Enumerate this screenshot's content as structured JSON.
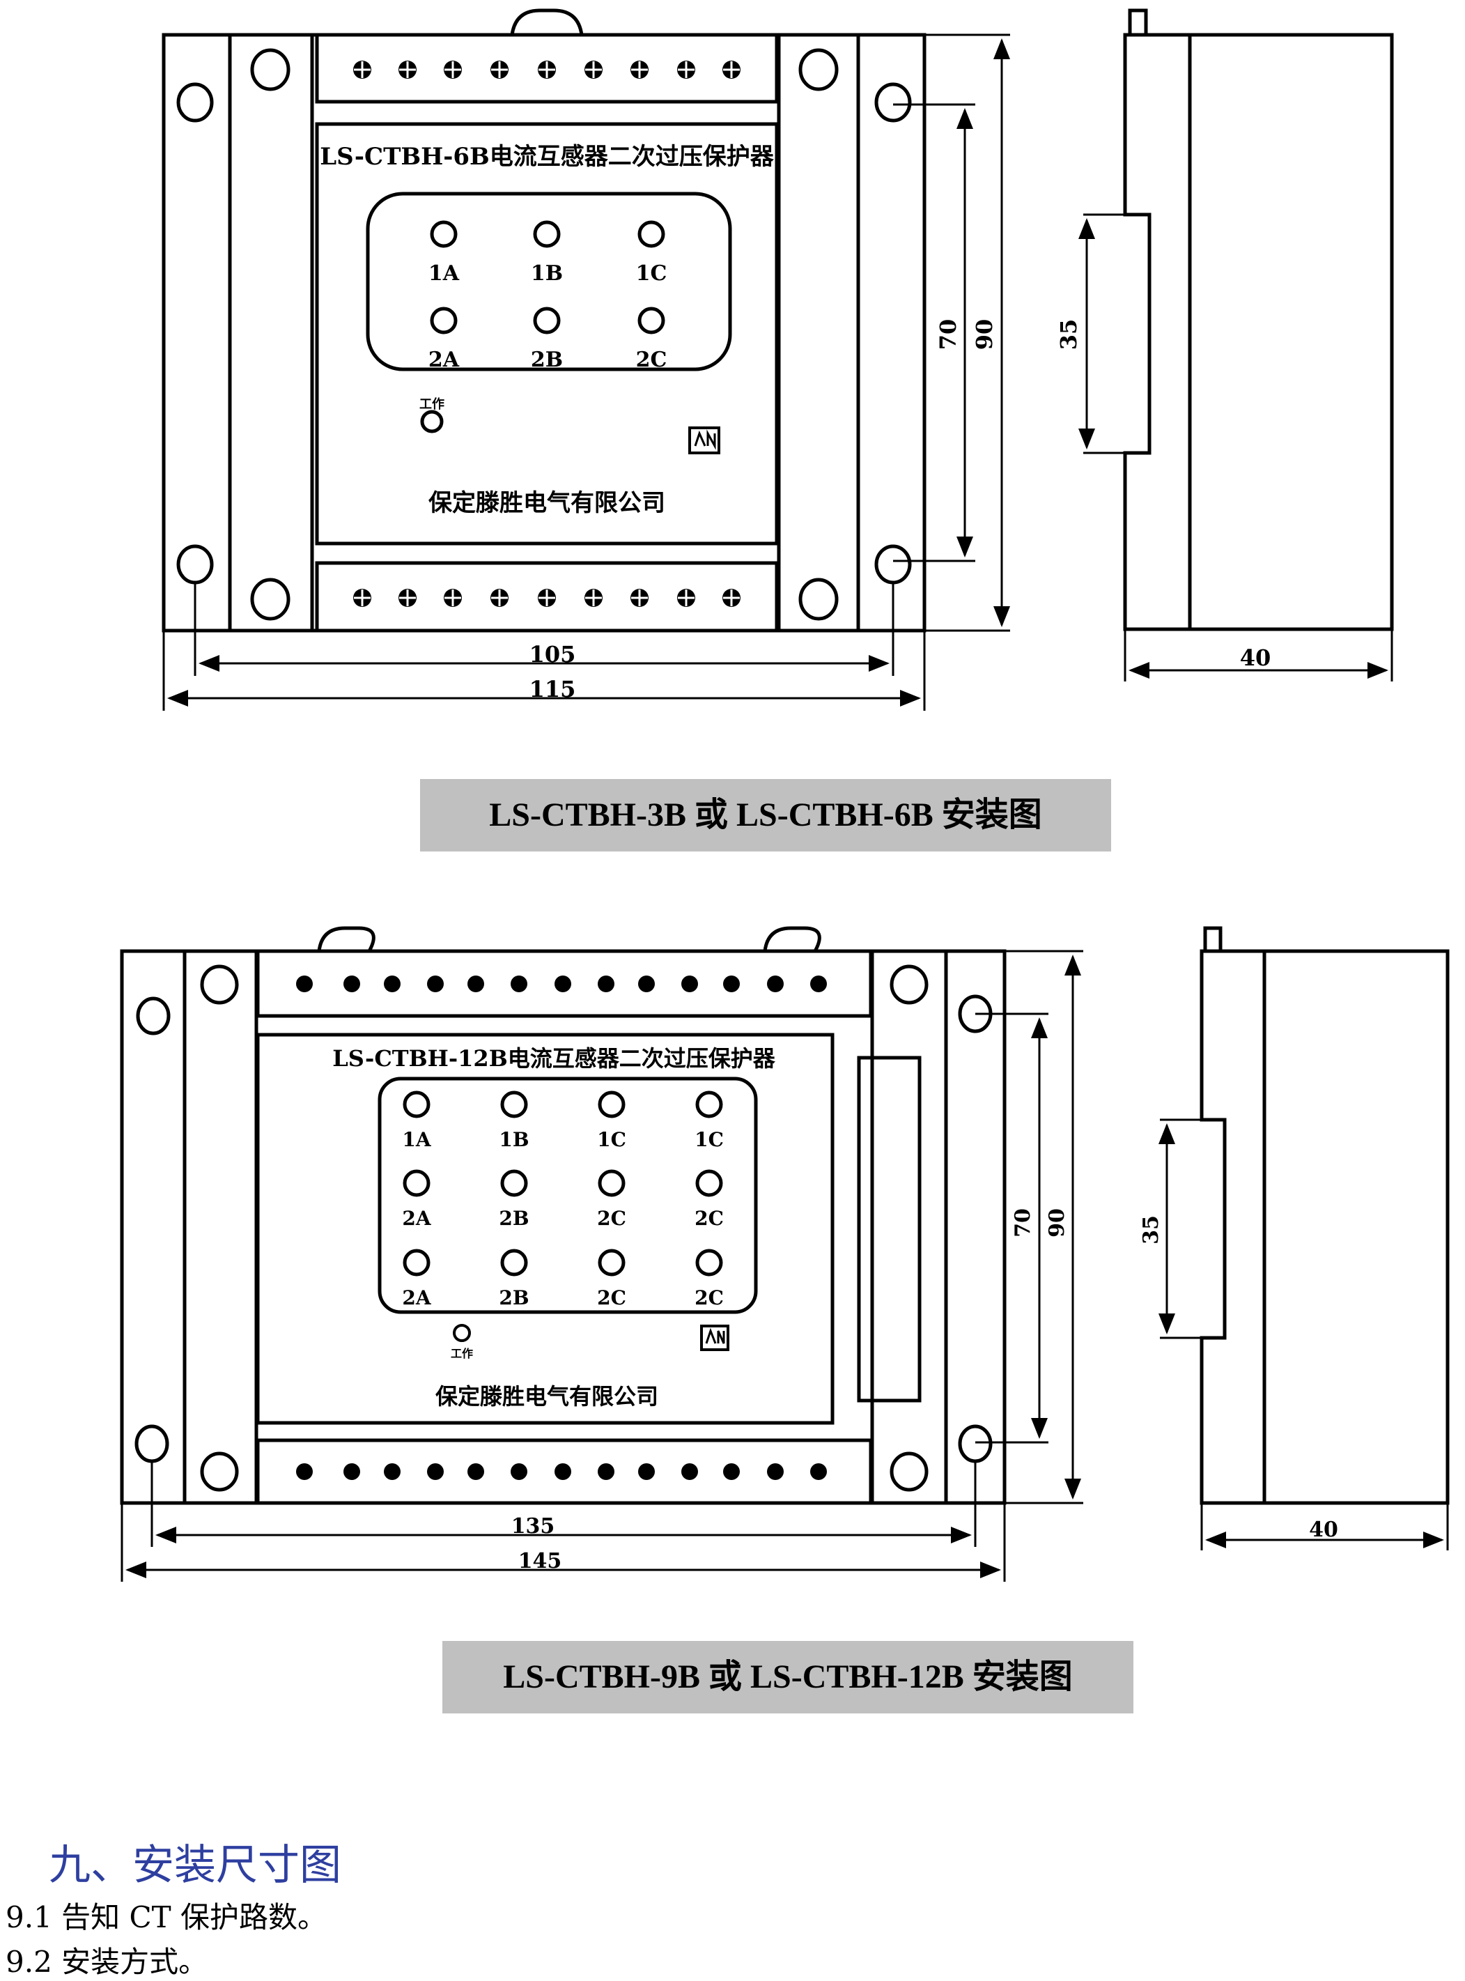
{
  "figure1": {
    "device_title": "LS-CTBH-6B电流互感器二次过压保护器",
    "channels_row1": [
      "1A",
      "1B",
      "1C"
    ],
    "channels_row2": [
      "2A",
      "2B",
      "2C"
    ],
    "aux_label": "工作",
    "company": "保定滕胜电气有限公司",
    "dim_inner_height": "70",
    "dim_outer_height": "90",
    "dim_rail": "35",
    "dim_inner_width": "105",
    "dim_outer_width": "115",
    "dim_depth": "40",
    "caption": "LS-CTBH-3B  或 LS-CTBH-6B 安装图"
  },
  "figure2": {
    "device_title": "LS-CTBH-12B电流互感器二次过压保护器",
    "channels_row1": [
      "1A",
      "1B",
      "1C",
      "1C"
    ],
    "channels_row2": [
      "2A",
      "2B",
      "2C",
      "2C"
    ],
    "channels_row3": [
      "2A",
      "2B",
      "2C",
      "2C"
    ],
    "aux_label": "工作",
    "company": "保定滕胜电气有限公司",
    "dim_inner_height": "70",
    "dim_outer_height": "90",
    "dim_rail": "35",
    "dim_inner_width": "135",
    "dim_outer_width": "145",
    "dim_depth": "40",
    "caption": "LS-CTBH-9B  或 LS-CTBH-12B 安装图"
  },
  "section": {
    "title": "九、安装尺寸图",
    "items": [
      "9.1 告知 CT 保护路数。",
      "9.2 安装方式。"
    ]
  }
}
